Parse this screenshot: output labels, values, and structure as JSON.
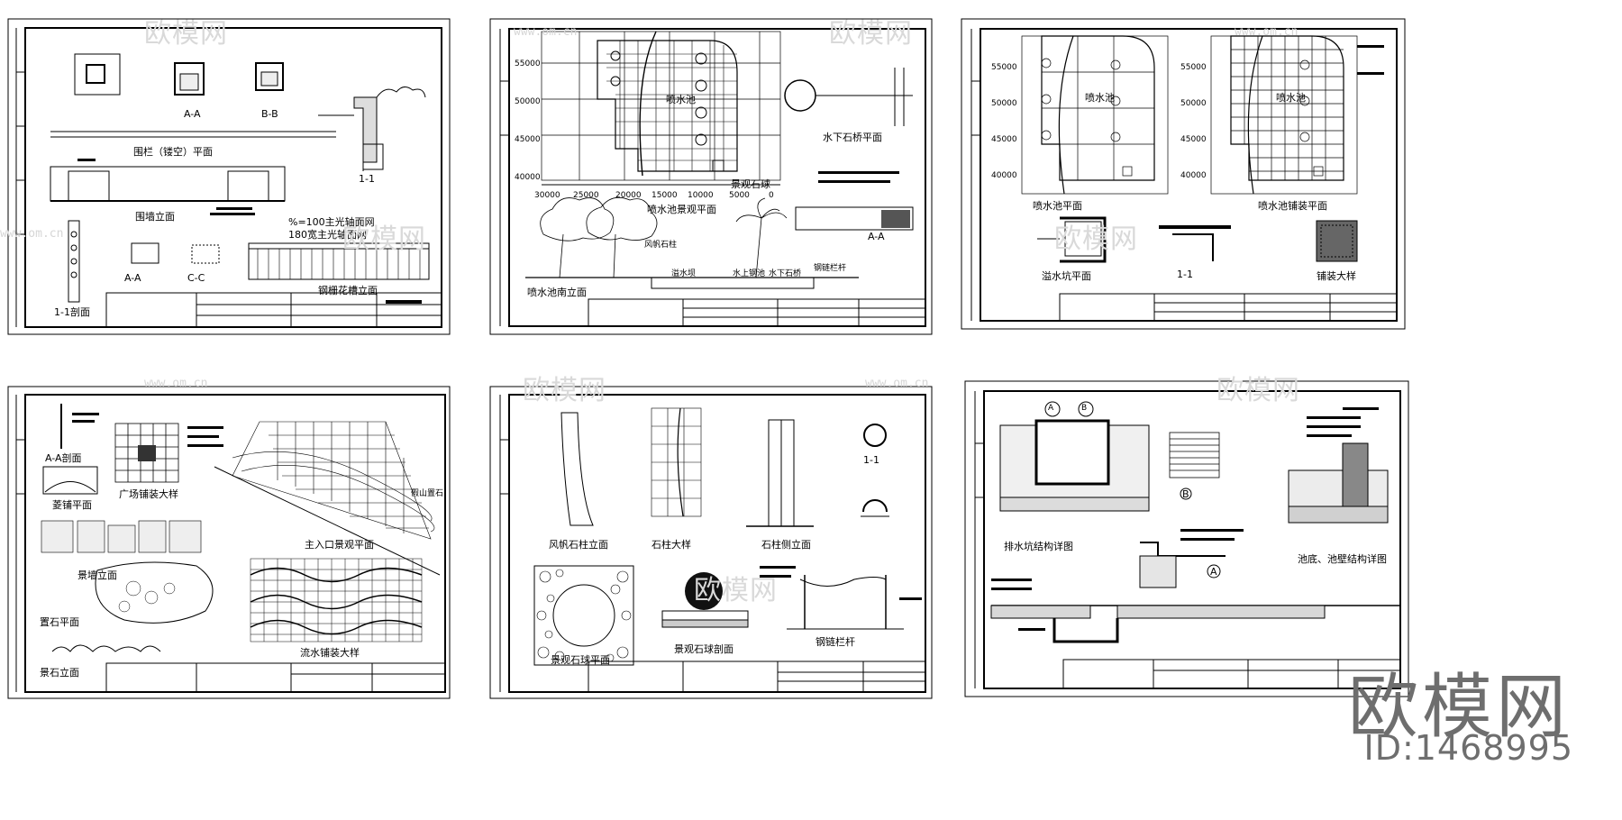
{
  "watermark": {
    "text": "欧模网",
    "url": "www.om.cn",
    "brand": "欧模网",
    "id": "ID:1468995"
  },
  "sheets": [
    {
      "labels": [
        "A-A",
        "B-B",
        "1-1",
        "围栏（镂空）平面",
        "围墙立面",
        "1-1剖面",
        "A-A",
        "C-C",
        "钢栅花槽立面",
        "%=100主光轴面网",
        "180宽主光轴面网"
      ]
    },
    {
      "labels": [
        "喷水池景观平面",
        "喷水池南立面",
        "水下石桥平面",
        "A-A",
        "景观石球",
        "喷水池",
        "风帆石柱",
        "溢水坝",
        "水上钢池",
        "水下石桥",
        "钢链栏杆"
      ],
      "axis_y": [
        "55000",
        "50000",
        "45000",
        "40000"
      ],
      "axis_x": [
        "30000",
        "25000",
        "20000",
        "15000",
        "10000",
        "5000",
        "0"
      ]
    },
    {
      "labels": [
        "喷水池平面",
        "喷水池铺装平面",
        "溢水坑平面",
        "1-1",
        "铺装大样",
        "喷水池",
        "喷水池"
      ],
      "axis_y": [
        "55000",
        "50000",
        "45000",
        "40000"
      ]
    },
    {
      "labels": [
        "A-A剖面",
        "广场铺装大样",
        "菱铺平面",
        "主入口景观平面",
        "景墙立面",
        "置石平面",
        "流水铺装大样",
        "景石立面",
        "假山置石"
      ]
    },
    {
      "labels": [
        "风帆石柱立面",
        "石柱大样",
        "石柱侧立面",
        "1-1",
        "景观石球平面",
        "景观石球剖面",
        "钢链栏杆"
      ]
    },
    {
      "labels": [
        "排水坑结构详图",
        "B",
        "池底、池壁结构详图",
        "A",
        "A",
        "B"
      ]
    }
  ]
}
